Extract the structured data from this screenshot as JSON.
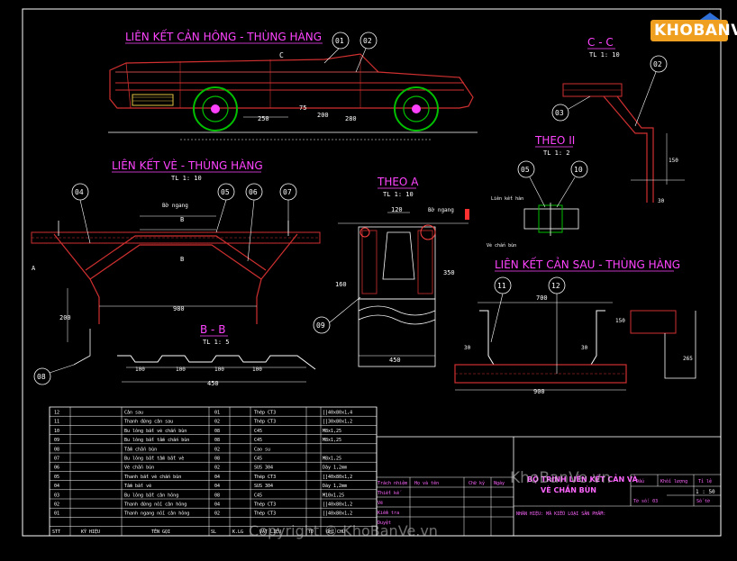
{
  "titles": {
    "front_joint": "LIÊN KẾT CẢN HÔNG - THÙNG HÀNG",
    "fender_joint": "LIÊN KẾT VÈ - THÙNG HÀNG",
    "fender_scale": "TL 1: 10",
    "view_a": "THEO A",
    "view_a_scale": "TL 1: 10",
    "section_cc": "C - C",
    "section_cc_scale": "TL 1: 10",
    "view_ii": "THEO II",
    "view_ii_scale": "TL 1: 2",
    "section_bb": "B - B",
    "section_bb_scale": "TL 1: 5",
    "rear_joint": "LIÊN KẾT CẢN SAU - THÙNG HÀNG"
  },
  "callouts": [
    "01",
    "02",
    "02",
    "03",
    "04",
    "05",
    "06",
    "07",
    "05",
    "10",
    "09",
    "08",
    "11",
    "12"
  ],
  "dimensions": {
    "truck": [
      "250",
      "280",
      "75",
      "200"
    ],
    "fender": [
      "980",
      "200"
    ],
    "section_bb": [
      "100",
      "100",
      "100",
      "100",
      "450"
    ],
    "view_a": [
      "120",
      "350",
      "450",
      "160"
    ],
    "rear": [
      "700",
      "900",
      "150",
      "30",
      "30",
      "265"
    ],
    "section_cc": [
      "150",
      "30"
    ]
  },
  "labels": {
    "fender_beam": "Bờ ngang",
    "view_a_beam": "Bờ ngang",
    "view_ii_top": "Liên kết hàn",
    "view_ii_bottom": "Vè chắn bùn",
    "section_mark_a": "A",
    "section_mark_b": "B",
    "section_mark_c": "C"
  },
  "bom": {
    "rows": [
      {
        "stt": "12",
        "name": "Cản sau",
        "qty": "01",
        "mat": "Thép CT3",
        "spec": "[]40x80x1,4"
      },
      {
        "stt": "11",
        "name": "Thanh đứng cản sau",
        "qty": "02",
        "mat": "Thép CT3",
        "spec": "[]30x80x1,2"
      },
      {
        "stt": "10",
        "name": "Bu lông bắt vè chắn bùn",
        "qty": "08",
        "mat": "C45",
        "spec": "M8x1,25"
      },
      {
        "stt": "09",
        "name": "Bu lông bắt tấm chắn bùn",
        "qty": "08",
        "mat": "C45",
        "spec": "M8x1,25"
      },
      {
        "stt": "08",
        "name": "Tấm chắn bùn",
        "qty": "02",
        "mat": "Cao su",
        "spec": ""
      },
      {
        "stt": "07",
        "name": "Bu lông bắt tấm bắt vè",
        "qty": "08",
        "mat": "C45",
        "spec": "M8x1,25"
      },
      {
        "stt": "06",
        "name": "Vè chắn bùn",
        "qty": "02",
        "mat": "SUS 304",
        "spec": "Dày 1,2mm"
      },
      {
        "stt": "05",
        "name": "Thanh bắt vè chắn bùn",
        "qty": "04",
        "mat": "Thép CT3",
        "spec": "[]40x80x1,2"
      },
      {
        "stt": "04",
        "name": "Tấm bắt vè",
        "qty": "04",
        "mat": "SUS 304",
        "spec": "Dày 1,2mm"
      },
      {
        "stt": "03",
        "name": "Bu lông bắt cản hông",
        "qty": "08",
        "mat": "C45",
        "spec": "M10x1,25"
      },
      {
        "stt": "02",
        "name": "Thanh đứng nối cản hông",
        "qty": "04",
        "mat": "Thép CT3",
        "spec": "[]40x80x1,2"
      },
      {
        "stt": "01",
        "name": "Thanh ngang nối cản hông",
        "qty": "02",
        "mat": "Thép CT3",
        "spec": "[]40x80x1,2"
      }
    ],
    "headers": [
      "STT",
      "KÝ HIỆU",
      "TÊN GỌI",
      "SL",
      "K.LG",
      "VẬT LIỆU",
      "TỜ",
      "GHI CHÚ"
    ]
  },
  "title_block": {
    "roles": [
      "Trách nhiệm",
      "Thiết kế",
      "Vẽ",
      "Kiểm tra",
      "Duyệt"
    ],
    "cols": [
      "Họ và tên",
      "Chữ ký",
      "Ngày"
    ],
    "drawing_title_1": "BỘ TRÌNH LIÊN KẾT CẢN VÀ",
    "drawing_title_2": "VÈ CHẮN BÙN",
    "brand_line": "NHÃN HIỆU: MÃ KIỂU LOẠI SẢN PHẨM:",
    "mark": "Dấu",
    "weight": "Khối lượng",
    "scale_label": "Tỉ lệ",
    "scale_value": "1 : 50",
    "sheet_no": "Tờ số: 03",
    "sheets": "Số tờ"
  },
  "logo": "KHOBANVE",
  "watermark_main": "KhoBanVe.vn",
  "watermark_copy": "Copyright © KhoBanVe.vn",
  "colors": {
    "bg": "#000000",
    "frame": "#ffffff",
    "title": "#ff44ff",
    "body": "#c02020",
    "wheel": "#00c000",
    "dim": "#ffffff",
    "callout": "#ffff00",
    "logo": "#f0a020"
  }
}
